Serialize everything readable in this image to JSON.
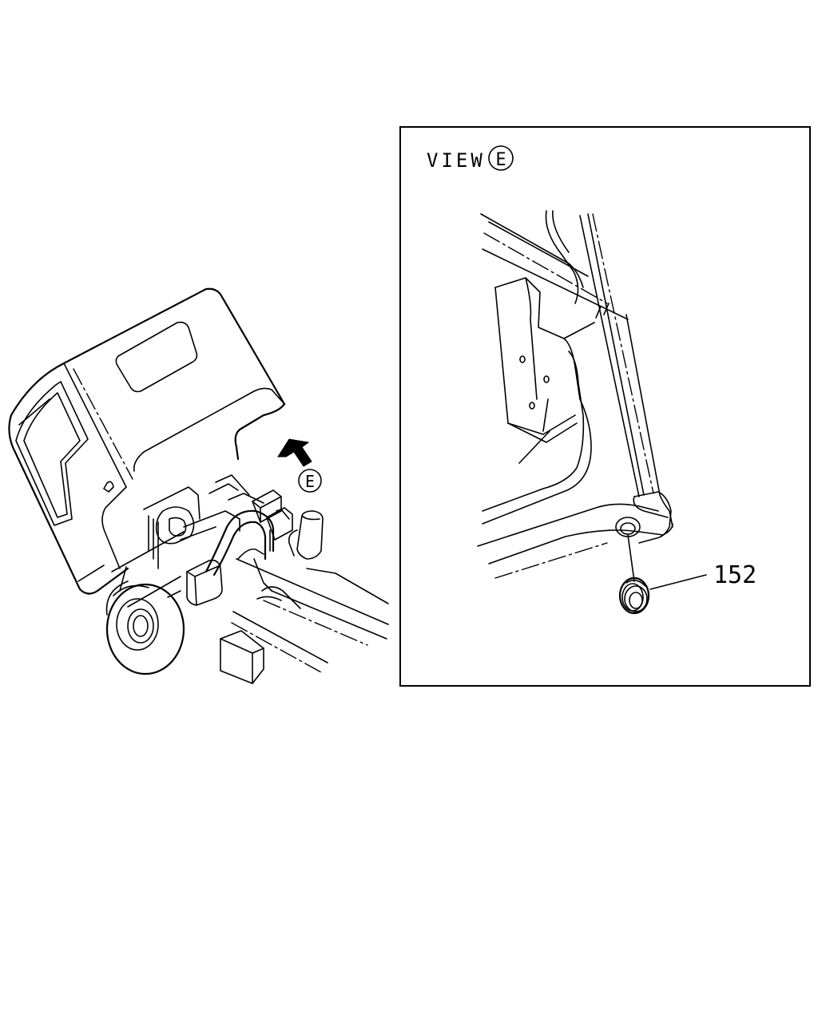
{
  "callout_marker": "E",
  "view_panel": {
    "title_prefix": "VIEW",
    "title_marker": "E"
  },
  "parts": [
    {
      "number": "152"
    }
  ],
  "colors": {
    "ink": "#000000",
    "paper": "#ffffff"
  }
}
